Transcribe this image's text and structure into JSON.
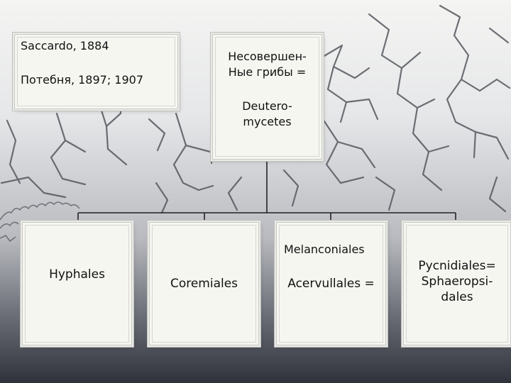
{
  "source": {
    "line1": "Saccardo, 1884",
    "line2": "Потебня, 1897; 1907"
  },
  "root": {
    "line1": "Несовершен-",
    "line2": "Ные грибы =",
    "line3": "Deutero-",
    "line4": "mycetes"
  },
  "children": [
    {
      "lines": [
        "Hyphales"
      ]
    },
    {
      "lines": [
        "Coremiales"
      ]
    },
    {
      "lines": [
        "Melanconiales",
        "Acervullales ="
      ]
    },
    {
      "lines": [
        "Pycnidiales=",
        "Sphaeropsi-",
        "dales"
      ]
    }
  ],
  "colors": {
    "box_fill": "#f6f6f1",
    "connector": "#222222",
    "text": "#111111"
  }
}
